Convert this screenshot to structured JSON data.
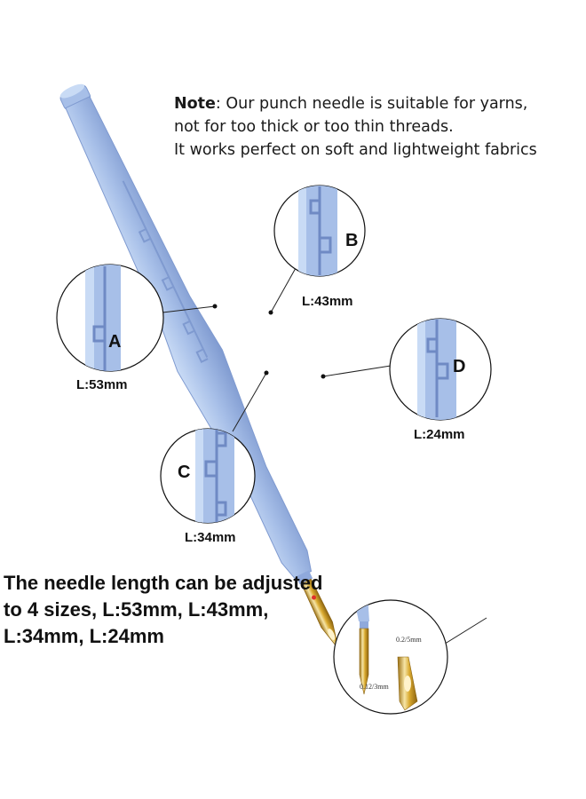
{
  "note": {
    "prefix": "Note",
    "line1": ": Our punch needle is suitable for yarns,",
    "line2": "not for too thick or too thin threads.",
    "line3": "It works perfect on soft and lightweight fabrics"
  },
  "adjust_text": {
    "line1": "The needle length can be adjusted",
    "line2": "to 4 sizes, L:53mm, L:43mm,",
    "line3": "L:34mm, L:24mm"
  },
  "callouts": [
    {
      "letter": "A",
      "length": "L:53mm"
    },
    {
      "letter": "B",
      "length": "L:43mm"
    },
    {
      "letter": "C",
      "length": "L:34mm"
    },
    {
      "letter": "D",
      "length": "L:24mm"
    }
  ],
  "tip_sizes": {
    "upper": "0.2/5mm",
    "lower": "0.12/3mm"
  },
  "colors": {
    "pen_body": "#a7bfe8",
    "pen_shadow": "#7f9ad0",
    "pen_highlight": "#c9dbf5",
    "needle_gold": "#d9a92e",
    "needle_light": "#f6e5a6",
    "marker_red": "#e0302a"
  }
}
